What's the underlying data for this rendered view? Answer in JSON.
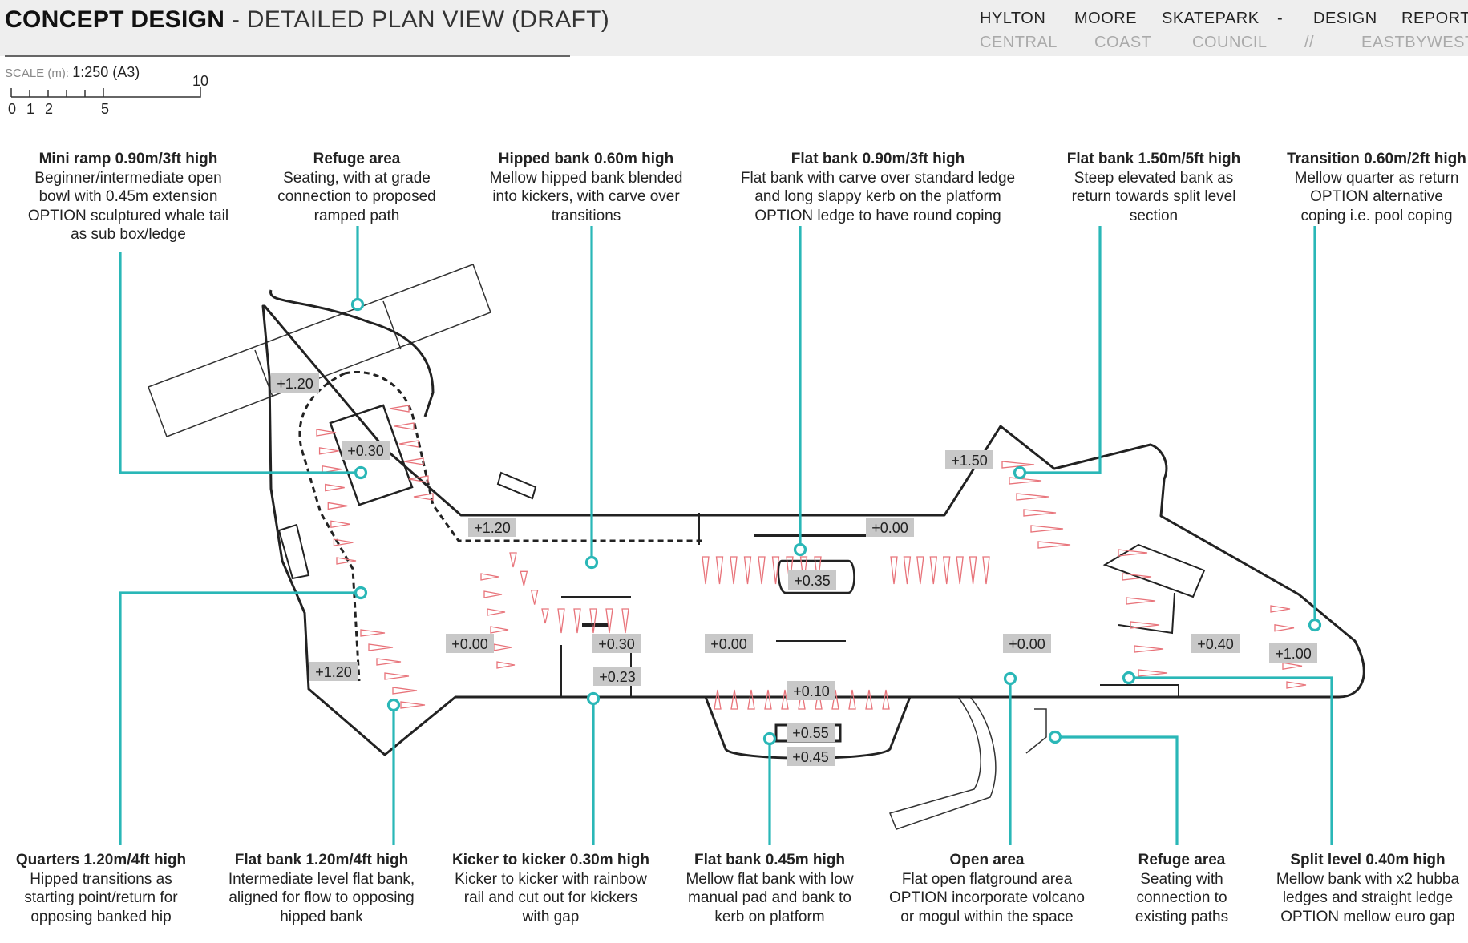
{
  "header": {
    "title_main": "CONCEPT DESIGN",
    "title_sub": " - DETAILED PLAN VIEW (DRAFT)",
    "nav_top": [
      "HYLTON",
      "MOORE",
      "SKATEPARK",
      "-",
      "DESIGN",
      "REPORT"
    ],
    "nav_bottom": [
      "CENTRAL",
      "COAST",
      "COUNCIL",
      "//",
      "EASTBYWEST"
    ]
  },
  "scale": {
    "prefix": "SCALE (m):",
    "value": "1:250 (A3)",
    "ticks": [
      "0",
      "1",
      "2",
      "5",
      "10"
    ]
  },
  "levels": [
    "+1.20",
    "+0.30",
    "+1.20",
    "+1.20",
    "+0.30",
    "+0.23",
    "+0.00",
    "+0.00",
    "+0.35",
    "+0.00",
    "+0.10",
    "+0.55",
    "+0.45",
    "+0.00",
    "+1.50",
    "+0.40",
    "+1.00"
  ],
  "annotations": {
    "top": [
      {
        "heading": "Mini ramp 0.90m/3ft high",
        "lines": [
          "Beginner/intermediate open",
          "bowl with 0.45m extension",
          "OPTION sculptured whale tail",
          "as sub box/ledge"
        ]
      },
      {
        "heading": "Refuge area",
        "lines": [
          "Seating, with at grade",
          "connection to proposed",
          "ramped path"
        ]
      },
      {
        "heading": "Hipped bank 0.60m high",
        "lines": [
          "Mellow hipped bank blended",
          "into kickers, with carve over",
          "transitions"
        ]
      },
      {
        "heading": "Flat bank 0.90m/3ft high",
        "lines": [
          "Flat bank with carve over standard ledge",
          "and long slappy kerb on the platform",
          "OPTION ledge to have round coping"
        ]
      },
      {
        "heading": "Flat bank 1.50m/5ft high",
        "lines": [
          "Steep elevated bank as",
          "return towards split level",
          "section"
        ]
      },
      {
        "heading": "Transition 0.60m/2ft high",
        "lines": [
          "Mellow quarter as return",
          "OPTION alternative",
          "coping i.e. pool coping"
        ]
      }
    ],
    "bottom": [
      {
        "heading": "Quarters 1.20m/4ft high",
        "lines": [
          "Hipped transitions as",
          "starting point/return for",
          "opposing banked hip"
        ]
      },
      {
        "heading": "Flat bank 1.20m/4ft high",
        "lines": [
          "Intermediate level flat bank,",
          "aligned for flow to opposing",
          "hipped bank"
        ]
      },
      {
        "heading": "Kicker to kicker 0.30m high",
        "lines": [
          "Kicker to kicker with rainbow",
          "rail and cut out for kickers",
          "with gap"
        ]
      },
      {
        "heading": "Flat bank 0.45m high",
        "lines": [
          "Mellow flat bank with low",
          "manual pad and bank to",
          "kerb on platform"
        ]
      },
      {
        "heading": "Open area",
        "lines": [
          "Flat open flatground area",
          "OPTION incorporate volcano",
          "or mogul within the space"
        ]
      },
      {
        "heading": "Refuge area",
        "lines": [
          "Seating with",
          "connection to",
          "existing paths"
        ]
      },
      {
        "heading": "Split level 0.40m high",
        "lines": [
          "Mellow bank with x2 hubba",
          "ledges and straight ledge",
          "OPTION mellow euro gap"
        ]
      }
    ]
  },
  "colors": {
    "accent": "#2ab7b7",
    "bank": "#e8737a",
    "outline": "#222222",
    "level_box": "#c8c8c8"
  }
}
